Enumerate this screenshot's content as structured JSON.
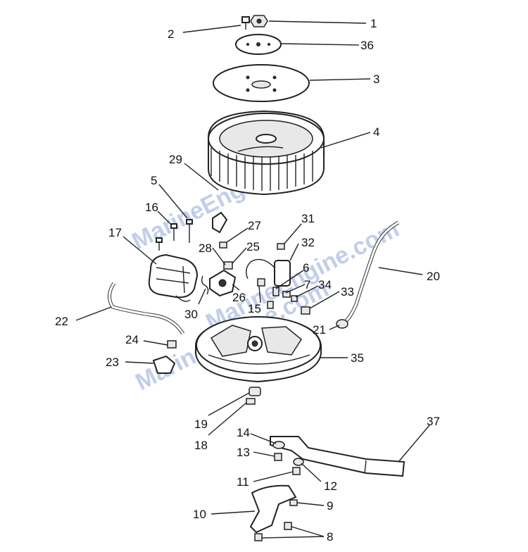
{
  "watermark": "MarineEngine.com",
  "callouts": [
    "1",
    "2",
    "36",
    "3",
    "4",
    "29",
    "5",
    "16",
    "17",
    "27",
    "31",
    "28",
    "25",
    "32",
    "6",
    "20",
    "26",
    "7",
    "34",
    "33",
    "15",
    "30",
    "22",
    "21",
    "24",
    "35",
    "23",
    "19",
    "18",
    "37",
    "14",
    "13",
    "12",
    "11",
    "9",
    "10",
    "8"
  ]
}
